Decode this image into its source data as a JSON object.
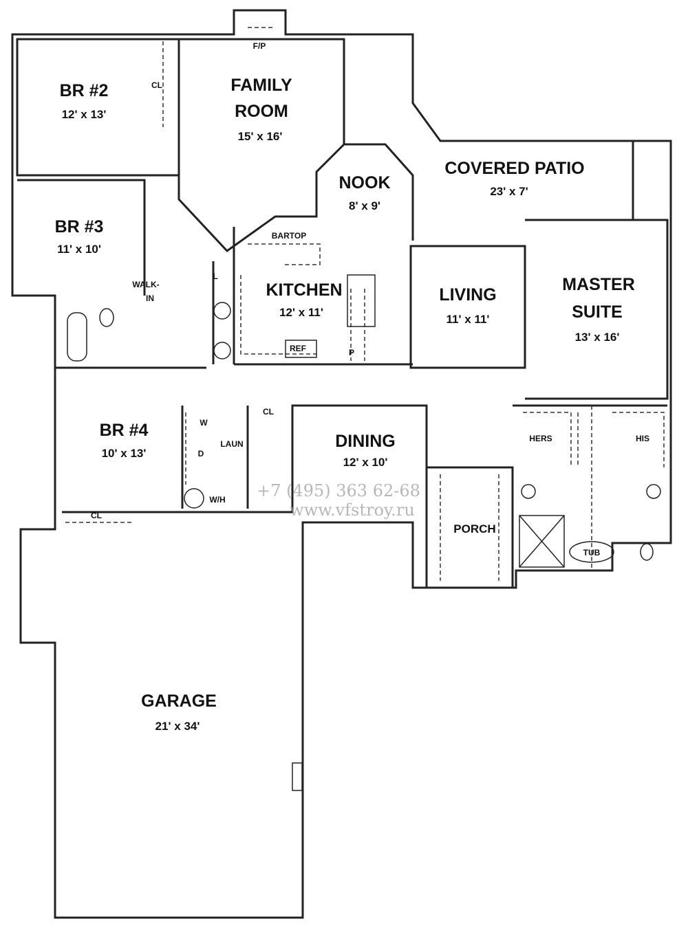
{
  "rooms": {
    "br2": {
      "name": "BR #2",
      "size": "12' x 13'"
    },
    "br3": {
      "name": "BR #3",
      "size": "11' x 10'"
    },
    "br4": {
      "name": "BR #4",
      "size": "10' x 13'"
    },
    "family": {
      "name1": "FAMILY",
      "name2": "ROOM",
      "size": "15' x 16'"
    },
    "nook": {
      "name": "NOOK",
      "size": "8' x 9'"
    },
    "patio": {
      "name": "COVERED PATIO",
      "size": "23' x 7'"
    },
    "kitchen": {
      "name": "KITCHEN",
      "size": "12' x 11'"
    },
    "living": {
      "name": "LIVING",
      "size": "11' x 11'"
    },
    "master": {
      "name1": "MASTER",
      "name2": "SUITE",
      "size": "13' x 16'"
    },
    "dining": {
      "name": "DINING",
      "size": "12' x 10'"
    },
    "porch": {
      "name": "PORCH"
    },
    "garage": {
      "name": "GARAGE",
      "size": "21' x 34'"
    }
  },
  "fixtures": {
    "fp": "F/P",
    "cl": "CL",
    "walk1": "WALK-",
    "walk2": "IN",
    "l": "L",
    "bartop": "BARTOP",
    "ref": "REF",
    "p": "P",
    "w": "W",
    "dryer": "D",
    "laun": "LAUN",
    "wh": "W/H",
    "hers": "HERS",
    "his": "HIS",
    "tub": "TUB"
  },
  "watermark": {
    "phone": "+7 (495) 363 62-68",
    "site": "www.vfstroy.ru"
  }
}
